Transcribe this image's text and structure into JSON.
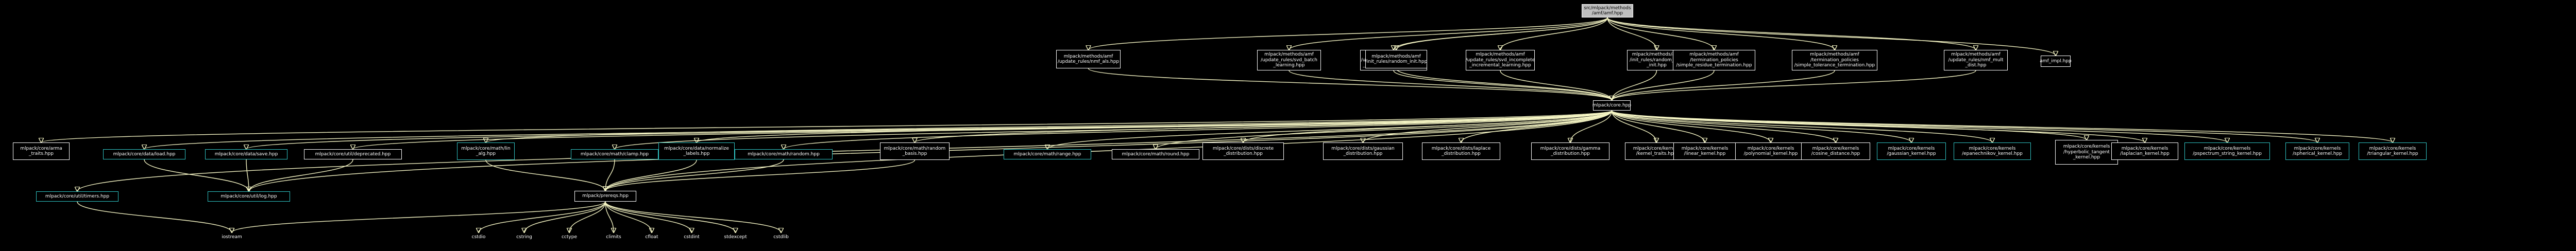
{
  "diagram": {
    "nodes": [
      {
        "id": "root",
        "label": "src/mlpack/methods\n/amf/amf.hpp",
        "style": "root"
      },
      {
        "id": "amf_nmf_als",
        "label": "mlpack/methods/amf\n/update_rules/nmf_als.hpp"
      },
      {
        "id": "amf_svd_batch",
        "label": "mlpack/methods/amf\n/update_rules/svd_batch\n_learning.hpp"
      },
      {
        "id": "amf_svd_complete",
        "label": "mlpack/methods/amf\n/update_rules/svd_complete\n_incremental_learning.hpp"
      },
      {
        "id": "amf_random_init",
        "label": "mlpack/methods/amf\n/init_rules/random_init.hpp"
      },
      {
        "id": "amf_svd_incomplete",
        "label": "mlpack/methods/amf\n/update_rules/svd_incomplete\n_incremental_learning.hpp"
      },
      {
        "id": "amf_random_acol",
        "label": "mlpack/methods/amf\n/init_rules/random_acol\n_init.hpp"
      },
      {
        "id": "amf_simple_residue",
        "label": "mlpack/methods/amf\n/termination_policies\n/simple_residue_termination.hpp"
      },
      {
        "id": "amf_simple_tolerance",
        "label": "mlpack/methods/amf\n/termination_policies\n/simple_tolerance_termination.hpp"
      },
      {
        "id": "amf_nmf_mult_dist",
        "label": "mlpack/methods/amf\n/update_rules/nmf_mult\n_dist.hpp"
      },
      {
        "id": "amf_impl",
        "label": "amf_impl.hpp"
      },
      {
        "id": "core",
        "label": "mlpack/core.hpp"
      },
      {
        "id": "arma_traits",
        "label": "mlpack/core/arma\n_traits.hpp"
      },
      {
        "id": "load",
        "label": "mlpack/core/data/load.hpp",
        "style": "teal"
      },
      {
        "id": "save",
        "label": "mlpack/core/data/save.hpp",
        "style": "teal"
      },
      {
        "id": "deprecated",
        "label": "mlpack/core/util/deprecated.hpp"
      },
      {
        "id": "lin_alg",
        "label": "mlpack/core/math/lin\n_alg.hpp",
        "style": "teal"
      },
      {
        "id": "clamp",
        "label": "mlpack/core/math/clamp.hpp",
        "style": "teal"
      },
      {
        "id": "normalize_labels",
        "label": "mlpack/core/data/normalize\n_labels.hpp",
        "style": "teal"
      },
      {
        "id": "math_random",
        "label": "mlpack/core/math/random.hpp",
        "style": "teal"
      },
      {
        "id": "random_basis",
        "label": "mlpack/core/math/random\n_basis.hpp"
      },
      {
        "id": "range",
        "label": "mlpack/core/math/range.hpp",
        "style": "teal"
      },
      {
        "id": "round",
        "label": "mlpack/core/math/round.hpp"
      },
      {
        "id": "discrete",
        "label": "mlpack/core/dists/discrete\n_distribution.hpp"
      },
      {
        "id": "gaussian_dist",
        "label": "mlpack/core/dists/gaussian\n_distribution.hpp"
      },
      {
        "id": "laplace",
        "label": "mlpack/core/dists/laplace\n_distribution.hpp"
      },
      {
        "id": "gamma",
        "label": "mlpack/core/dists/gamma\n_distribution.hpp"
      },
      {
        "id": "kernel_traits",
        "label": "mlpack/core/kernels\n/kernel_traits.hpp"
      },
      {
        "id": "linear_kernel",
        "label": "mlpack/core/kernels\n/linear_kernel.hpp"
      },
      {
        "id": "polynomial_kernel",
        "label": "mlpack/core/kernels\n/polynomial_kernel.hpp"
      },
      {
        "id": "cosine_distance",
        "label": "mlpack/core/kernels\n/cosine_distance.hpp"
      },
      {
        "id": "gaussian_kernel",
        "label": "mlpack/core/kernels\n/gaussian_kernel.hpp",
        "style": "teal"
      },
      {
        "id": "epanechnikov",
        "label": "mlpack/core/kernels\n/epanechnikov_kernel.hpp",
        "style": "teal"
      },
      {
        "id": "hyperbolic",
        "label": "mlpack/core/kernels\n/hyperbolic_tangent\n_kernel.hpp"
      },
      {
        "id": "laplacian_kernel",
        "label": "mlpack/core/kernels\n/laplacian_kernel.hpp"
      },
      {
        "id": "pspectrum",
        "label": "mlpack/core/kernels\n/pspectrum_string_kernel.hpp",
        "style": "teal"
      },
      {
        "id": "spherical",
        "label": "mlpack/core/kernels\n/spherical_kernel.hpp",
        "style": "teal"
      },
      {
        "id": "triangular",
        "label": "mlpack/core/kernels\n/triangular_kernel.hpp",
        "style": "teal"
      },
      {
        "id": "timer",
        "label": "mlpack/core/util/timers.hpp",
        "style": "teal"
      },
      {
        "id": "log",
        "label": "mlpack/core/util/log.hpp",
        "style": "teal"
      },
      {
        "id": "prereqs",
        "label": "mlpack/prereqs.hpp"
      },
      {
        "id": "iostream",
        "label": "iostream",
        "style": "plain"
      },
      {
        "id": "cstdio",
        "label": "cstdio",
        "style": "plain"
      },
      {
        "id": "cstring",
        "label": "cstring",
        "style": "plain"
      },
      {
        "id": "cctype",
        "label": "cctype",
        "style": "plain"
      },
      {
        "id": "climits",
        "label": "climits",
        "style": "plain"
      },
      {
        "id": "cfloat",
        "label": "cfloat",
        "style": "plain"
      },
      {
        "id": "cstdint",
        "label": "cstdint",
        "style": "plain"
      },
      {
        "id": "stdexcept",
        "label": "stdexcept",
        "style": "plain"
      },
      {
        "id": "cstdlib",
        "label": "cstdlib",
        "style": "plain"
      }
    ],
    "edges": [
      [
        "root",
        "amf_nmf_als"
      ],
      [
        "root",
        "amf_svd_batch"
      ],
      [
        "root",
        "amf_svd_complete"
      ],
      [
        "root",
        "amf_random_init"
      ],
      [
        "root",
        "amf_svd_incomplete"
      ],
      [
        "root",
        "amf_random_acol"
      ],
      [
        "root",
        "amf_simple_residue"
      ],
      [
        "root",
        "amf_simple_tolerance"
      ],
      [
        "root",
        "amf_nmf_mult_dist"
      ],
      [
        "root",
        "amf_impl"
      ],
      [
        "amf_nmf_als",
        "core"
      ],
      [
        "amf_svd_batch",
        "core"
      ],
      [
        "amf_svd_complete",
        "core"
      ],
      [
        "amf_random_init",
        "core"
      ],
      [
        "amf_svd_incomplete",
        "core"
      ],
      [
        "amf_random_acol",
        "core"
      ],
      [
        "amf_simple_residue",
        "core"
      ],
      [
        "amf_simple_tolerance",
        "core"
      ],
      [
        "amf_nmf_mult_dist",
        "core"
      ],
      [
        "core",
        "arma_traits"
      ],
      [
        "core",
        "load"
      ],
      [
        "core",
        "save"
      ],
      [
        "core",
        "deprecated"
      ],
      [
        "core",
        "lin_alg"
      ],
      [
        "core",
        "clamp"
      ],
      [
        "core",
        "normalize_labels"
      ],
      [
        "core",
        "math_random"
      ],
      [
        "core",
        "random_basis"
      ],
      [
        "core",
        "range"
      ],
      [
        "core",
        "round"
      ],
      [
        "core",
        "discrete"
      ],
      [
        "core",
        "gaussian_dist"
      ],
      [
        "core",
        "laplace"
      ],
      [
        "core",
        "gamma"
      ],
      [
        "core",
        "kernel_traits"
      ],
      [
        "core",
        "linear_kernel"
      ],
      [
        "core",
        "polynomial_kernel"
      ],
      [
        "core",
        "cosine_distance"
      ],
      [
        "core",
        "gaussian_kernel"
      ],
      [
        "core",
        "epanechnikov"
      ],
      [
        "core",
        "hyperbolic"
      ],
      [
        "core",
        "laplacian_kernel"
      ],
      [
        "core",
        "pspectrum"
      ],
      [
        "core",
        "spherical"
      ],
      [
        "core",
        "triangular"
      ],
      [
        "core",
        "timer"
      ],
      [
        "core",
        "log"
      ],
      [
        "core",
        "prereqs"
      ],
      [
        "load",
        "log"
      ],
      [
        "save",
        "log"
      ],
      [
        "lin_alg",
        "prereqs"
      ],
      [
        "clamp",
        "prereqs"
      ],
      [
        "normalize_labels",
        "prereqs"
      ],
      [
        "math_random",
        "prereqs"
      ],
      [
        "random_basis",
        "prereqs"
      ],
      [
        "timer",
        "iostream"
      ],
      [
        "prereqs",
        "iostream"
      ],
      [
        "prereqs",
        "cstdio"
      ],
      [
        "prereqs",
        "cstring"
      ],
      [
        "prereqs",
        "cctype"
      ],
      [
        "prereqs",
        "climits"
      ],
      [
        "prereqs",
        "cfloat"
      ],
      [
        "prereqs",
        "cstdint"
      ],
      [
        "prereqs",
        "stdexcept"
      ],
      [
        "prereqs",
        "cstdlib"
      ],
      [
        "deprecated",
        "log"
      ]
    ]
  }
}
